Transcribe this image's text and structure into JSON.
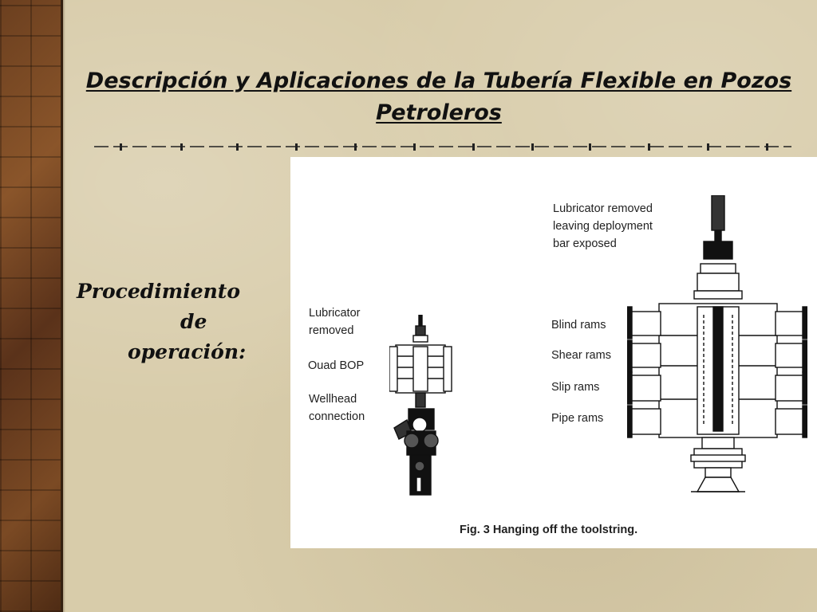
{
  "slide": {
    "title": "Descripción y Aplicaciones de la Tubería Flexible en Pozos Petroleros",
    "subtitle_lines": [
      "Procedimiento",
      "de",
      "operación:"
    ]
  },
  "figure": {
    "left_labels": {
      "lubricator": [
        "Lubricator",
        "removed"
      ],
      "quad_bop": "Ouad BOP",
      "wellhead": [
        "Wellhead",
        "connection"
      ]
    },
    "right_labels": {
      "top": [
        "Lubricator removed",
        "leaving deployment",
        "bar exposed"
      ],
      "blind_rams": "Blind rams",
      "shear_rams": "Shear rams",
      "slip_rams": "Slip rams",
      "pipe_rams": "Pipe rams"
    },
    "caption": "Fig. 3  Hanging off the toolstring."
  },
  "colors": {
    "background": "#d8ccaa",
    "side_bar": "#6b3f1f",
    "text": "#111111",
    "figure_background": "#ffffff"
  }
}
